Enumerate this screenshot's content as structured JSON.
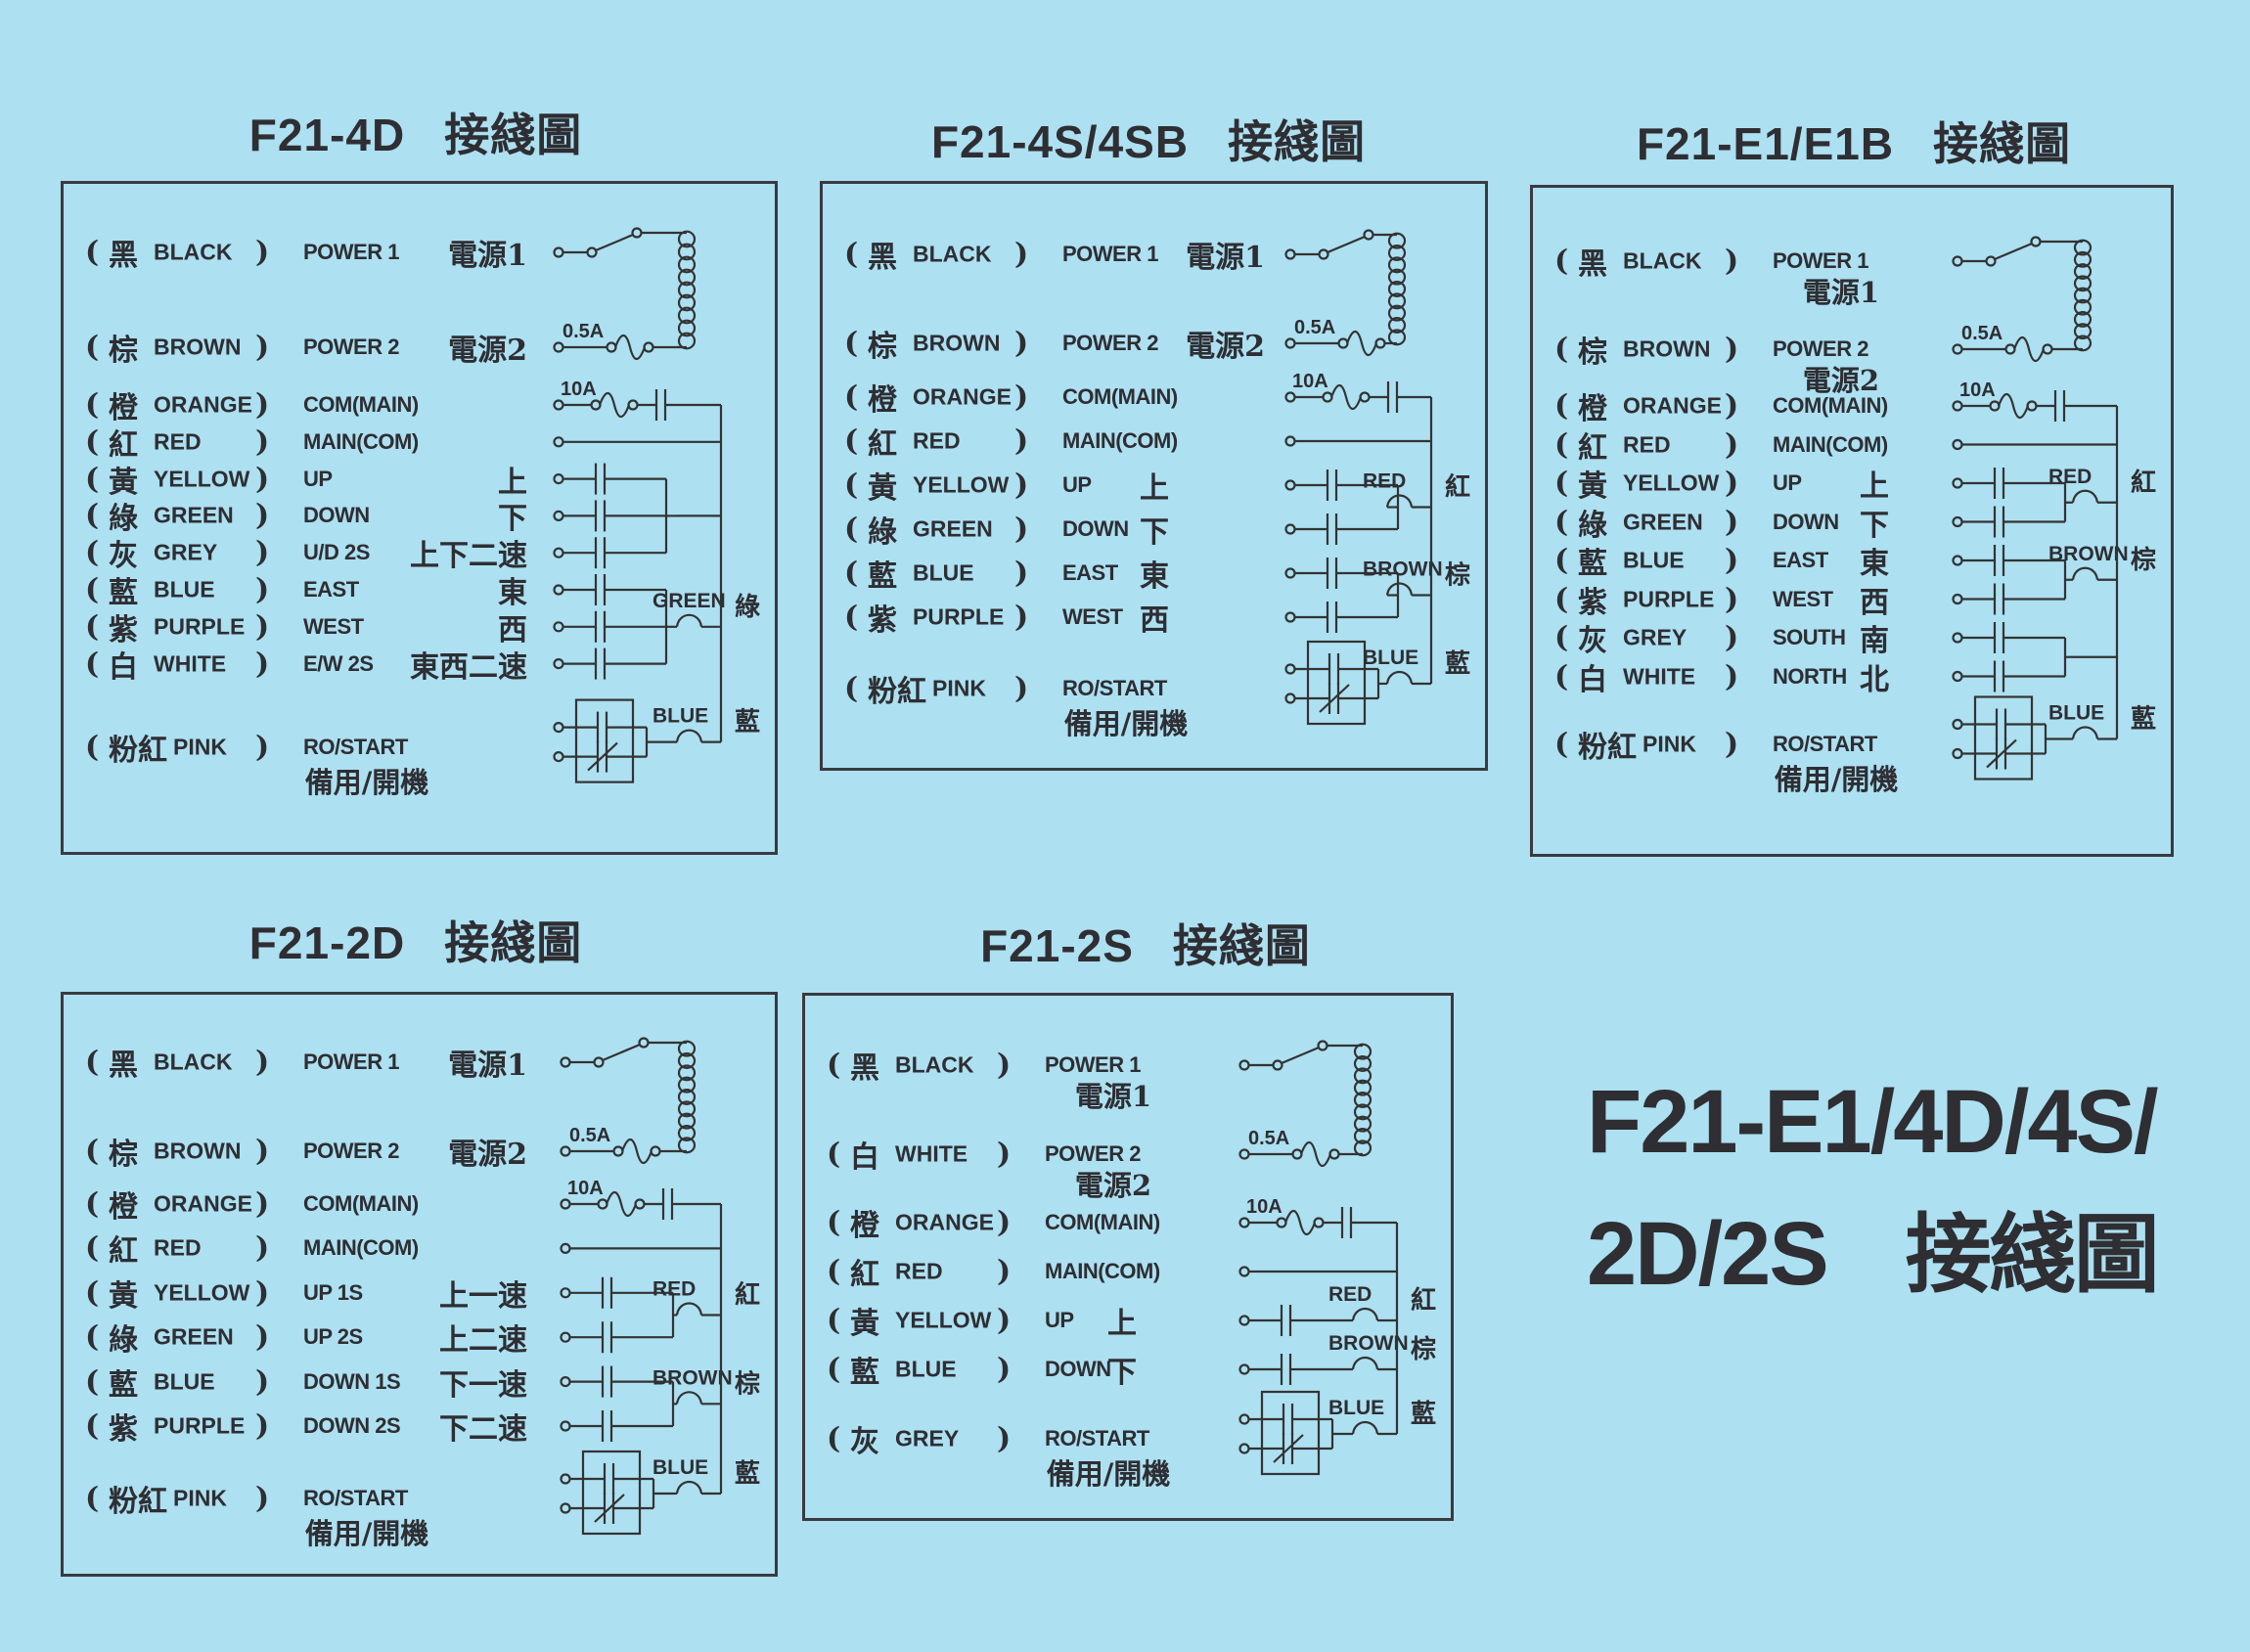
{
  "panels": [
    {
      "title_model": "F21-4D",
      "title_zh": "接綫圖",
      "fuse_power": "0.5A",
      "fuse_com": "10A",
      "rows": [
        {
          "zh": "黑",
          "en": "BLACK",
          "func": "POWER 1",
          "func_zh": "電源1"
        },
        {
          "zh": "棕",
          "en": "BROWN",
          "func": "POWER 2",
          "func_zh": "電源2"
        },
        {
          "zh": "橙",
          "en": "ORANGE",
          "func": "COM(MAIN)",
          "func_zh": ""
        },
        {
          "zh": "紅",
          "en": "RED",
          "func": "MAIN(COM)",
          "func_zh": ""
        },
        {
          "zh": "黃",
          "en": "YELLOW",
          "func": "UP",
          "func_zh": "上"
        },
        {
          "zh": "綠",
          "en": "GREEN",
          "func": "DOWN",
          "func_zh": "下"
        },
        {
          "zh": "灰",
          "en": "GREY",
          "func": "U/D  2S",
          "func_zh": "上下二速"
        },
        {
          "zh": "藍",
          "en": "BLUE",
          "func": "EAST",
          "func_zh": "東"
        },
        {
          "zh": "紫",
          "en": "PURPLE",
          "func": "WEST",
          "func_zh": "西"
        },
        {
          "zh": "白",
          "en": "WHITE",
          "func": "E/W  2S",
          "func_zh": "東西二速"
        },
        {
          "zh": "粉紅",
          "en": "PINK",
          "func": "RO/START",
          "func_zh": "備用/開機"
        }
      ],
      "groups": [
        {
          "label": "",
          "zh": "",
          "rows": [
            4,
            5,
            6
          ]
        },
        {
          "label": "GREEN",
          "zh": "綠",
          "rows": [
            7,
            8,
            9
          ]
        },
        {
          "label": "BLUE",
          "zh": "藍",
          "rows": [
            10
          ]
        }
      ]
    },
    {
      "title_model": "F21-4S/4SB",
      "title_zh": "接綫圖",
      "fuse_power": "0.5A",
      "fuse_com": "10A",
      "rows": [
        {
          "zh": "黑",
          "en": "BLACK",
          "func": "POWER 1",
          "func_zh": "電源1"
        },
        {
          "zh": "棕",
          "en": "BROWN",
          "func": "POWER 2",
          "func_zh": "電源2"
        },
        {
          "zh": "橙",
          "en": "ORANGE",
          "func": "COM(MAIN)",
          "func_zh": ""
        },
        {
          "zh": "紅",
          "en": "RED",
          "func": "MAIN(COM)",
          "func_zh": ""
        },
        {
          "zh": "黃",
          "en": "YELLOW",
          "func": "UP",
          "func_zh": "上"
        },
        {
          "zh": "綠",
          "en": "GREEN",
          "func": "DOWN",
          "func_zh": "下"
        },
        {
          "zh": "藍",
          "en": "BLUE",
          "func": "EAST",
          "func_zh": "東"
        },
        {
          "zh": "紫",
          "en": "PURPLE",
          "func": "WEST",
          "func_zh": "西"
        },
        {
          "zh": "粉紅",
          "en": "PINK",
          "func": "RO/START",
          "func_zh": "備用/開機"
        }
      ],
      "groups": [
        {
          "label": "RED",
          "zh": "紅",
          "rows": [
            4,
            5
          ]
        },
        {
          "label": "BROWN",
          "zh": "棕",
          "rows": [
            6,
            7
          ]
        },
        {
          "label": "BLUE",
          "zh": "藍",
          "rows": [
            8
          ]
        }
      ]
    },
    {
      "title_model": "F21-E1/E1B",
      "title_zh": "接綫圖",
      "fuse_power": "0.5A",
      "fuse_com": "10A",
      "rows": [
        {
          "zh": "黑",
          "en": "BLACK",
          "func": "POWER 1",
          "func_zh": "電源1"
        },
        {
          "zh": "棕",
          "en": "BROWN",
          "func": "POWER 2",
          "func_zh": "電源2"
        },
        {
          "zh": "橙",
          "en": "ORANGE",
          "func": "COM(MAIN)",
          "func_zh": ""
        },
        {
          "zh": "紅",
          "en": "RED",
          "func": "MAIN(COM)",
          "func_zh": ""
        },
        {
          "zh": "黃",
          "en": "YELLOW",
          "func": "UP",
          "func_zh": "上"
        },
        {
          "zh": "綠",
          "en": "GREEN",
          "func": "DOWN",
          "func_zh": "下"
        },
        {
          "zh": "藍",
          "en": "BLUE",
          "func": "EAST",
          "func_zh": "東"
        },
        {
          "zh": "紫",
          "en": "PURPLE",
          "func": "WEST",
          "func_zh": "西"
        },
        {
          "zh": "灰",
          "en": "GREY",
          "func": "SOUTH",
          "func_zh": "南"
        },
        {
          "zh": "白",
          "en": "WHITE",
          "func": "NORTH",
          "func_zh": "北"
        },
        {
          "zh": "粉紅",
          "en": "PINK",
          "func": "RO/START",
          "func_zh": "備用/開機"
        }
      ],
      "groups": [
        {
          "label": "RED",
          "zh": "紅",
          "rows": [
            4,
            5
          ]
        },
        {
          "label": "BROWN",
          "zh": "棕",
          "rows": [
            6,
            7
          ]
        },
        {
          "label": "",
          "zh": "",
          "rows": [
            8,
            9
          ]
        },
        {
          "label": "BLUE",
          "zh": "藍",
          "rows": [
            10
          ]
        }
      ]
    },
    {
      "title_model": "F21-2D",
      "title_zh": "接綫圖",
      "fuse_power": "0.5A",
      "fuse_com": "10A",
      "rows": [
        {
          "zh": "黑",
          "en": "BLACK",
          "func": "POWER 1",
          "func_zh": "電源1"
        },
        {
          "zh": "棕",
          "en": "BROWN",
          "func": "POWER 2",
          "func_zh": "電源2"
        },
        {
          "zh": "橙",
          "en": "ORANGE",
          "func": "COM(MAIN)",
          "func_zh": ""
        },
        {
          "zh": "紅",
          "en": "RED",
          "func": "MAIN(COM)",
          "func_zh": ""
        },
        {
          "zh": "黃",
          "en": "YELLOW",
          "func": "UP  1S",
          "func_zh": "上一速"
        },
        {
          "zh": "綠",
          "en": "GREEN",
          "func": "UP  2S",
          "func_zh": "上二速"
        },
        {
          "zh": "藍",
          "en": "BLUE",
          "func": "DOWN 1S",
          "func_zh": "下一速"
        },
        {
          "zh": "紫",
          "en": "PURPLE",
          "func": "DOWN 2S",
          "func_zh": "下二速"
        },
        {
          "zh": "粉紅",
          "en": "PINK",
          "func": "RO/START",
          "func_zh": "備用/開機"
        }
      ],
      "groups": [
        {
          "label": "RED",
          "zh": "紅",
          "rows": [
            4,
            5
          ]
        },
        {
          "label": "BROWN",
          "zh": "棕",
          "rows": [
            6,
            7
          ]
        },
        {
          "label": "BLUE",
          "zh": "藍",
          "rows": [
            8
          ]
        }
      ]
    },
    {
      "title_model": "F21-2S",
      "title_zh": "接綫圖",
      "fuse_power": "0.5A",
      "fuse_com": "10A",
      "rows": [
        {
          "zh": "黑",
          "en": "BLACK",
          "func": "POWER 1",
          "func_zh": "電源1"
        },
        {
          "zh": "白",
          "en": "WHITE",
          "func": "POWER 2",
          "func_zh": "電源2"
        },
        {
          "zh": "橙",
          "en": "ORANGE",
          "func": "COM(MAIN)",
          "func_zh": ""
        },
        {
          "zh": "紅",
          "en": "RED",
          "func": "MAIN(COM)",
          "func_zh": ""
        },
        {
          "zh": "黃",
          "en": "YELLOW",
          "func": "UP",
          "func_zh": "上"
        },
        {
          "zh": "藍",
          "en": "BLUE",
          "func": "DOWN",
          "func_zh": "下"
        },
        {
          "zh": "灰",
          "en": "GREY",
          "func": "RO/START",
          "func_zh": "備用/開機"
        }
      ],
      "groups": [
        {
          "label": "RED",
          "zh": "紅",
          "rows": [
            4
          ]
        },
        {
          "label": "BROWN",
          "zh": "棕",
          "rows": [
            5
          ]
        },
        {
          "label": "BLUE",
          "zh": "藍",
          "rows": [
            6
          ]
        }
      ]
    }
  ],
  "big_title": {
    "line1": "F21-E1/4D/4S/",
    "line2": "2D/2S",
    "zh": "接綫圖"
  }
}
